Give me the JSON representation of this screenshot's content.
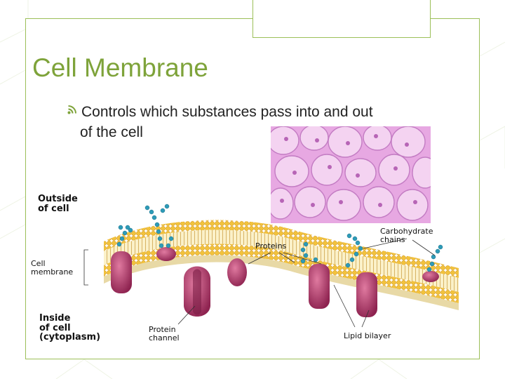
{
  "slide": {
    "title": "Cell Membrane",
    "bullet_line1": "Controls which substances pass into and out",
    "bullet_line2": "of the cell"
  },
  "micrograph": {
    "icon": "plant-cells-micrograph"
  },
  "diagram": {
    "labels": {
      "outside_1": "Outside",
      "outside_2": "of cell",
      "membrane_1": "Cell",
      "membrane_2": "membrane",
      "inside_1": "Inside",
      "inside_2": "of cell",
      "inside_3": "(cytoplasm)",
      "proteins": "Proteins",
      "carb_1": "Carbohydrate",
      "carb_2": "chains",
      "channel_1": "Protein",
      "channel_2": "channel",
      "lipid": "Lipid bilayer"
    }
  },
  "colors": {
    "accent": "#7ea33a",
    "bilayer": "#f2c23c",
    "protein": "#a8345f",
    "carbohydrate": "#2d9bb8",
    "micrograph": "#e7a8e2"
  }
}
